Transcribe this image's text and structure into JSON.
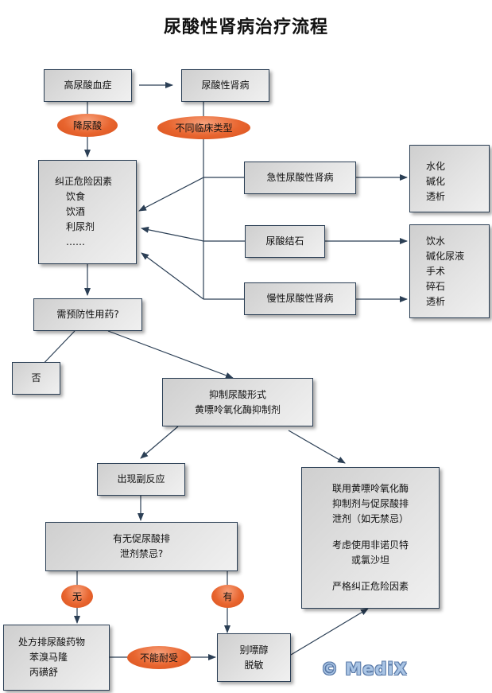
{
  "title": "尿酸性肾病治疗流程",
  "nodes": {
    "hyperuricemia": "高尿酸血症",
    "uric_nephropathy": "尿酸性肾病",
    "risk_factors": {
      "heading": "纠正危险因素",
      "items": [
        "饮食",
        "饮酒",
        "利尿剂",
        "……"
      ]
    },
    "acute": "急性尿酸性肾病",
    "stone": "尿酸结石",
    "chronic": "慢性尿酸性肾病",
    "acute_treat": [
      "水化",
      "碱化",
      "透析"
    ],
    "stone_treat": [
      "饮水",
      "碱化尿液",
      "手术",
      "碎石",
      "透析"
    ],
    "need_drug": "需预防性用药?",
    "no": "否",
    "inhibit": [
      "抑制尿酸形式",
      "黄嘌呤氧化酶抑制剂"
    ],
    "side_effect": "出现副反应",
    "contraindication": [
      "有无促尿酸排",
      "泄剂禁忌?"
    ],
    "combo": [
      "联用黄嘌呤氧化酶",
      "抑制剂与促尿酸排",
      "泄剂（如无禁忌）",
      "",
      "考虑使用非诺贝特",
      "或氯沙坦",
      "",
      "严格纠正危险因素"
    ],
    "uricosuric": {
      "heading": "处方排尿酸药物",
      "items": [
        "苯溴马隆",
        "丙磺舒"
      ]
    },
    "allopurinol": [
      "别嘌醇",
      "脱敏"
    ]
  },
  "labels": {
    "lower_uric": "降尿酸",
    "clinical_types": "不同临床类型",
    "none": "无",
    "has": "有",
    "intolerant": "不能耐受"
  },
  "watermark": "© MediX",
  "colors": {
    "line": "#2b3f55",
    "pill": "#e8652f",
    "box_border": "#2b3f55"
  }
}
